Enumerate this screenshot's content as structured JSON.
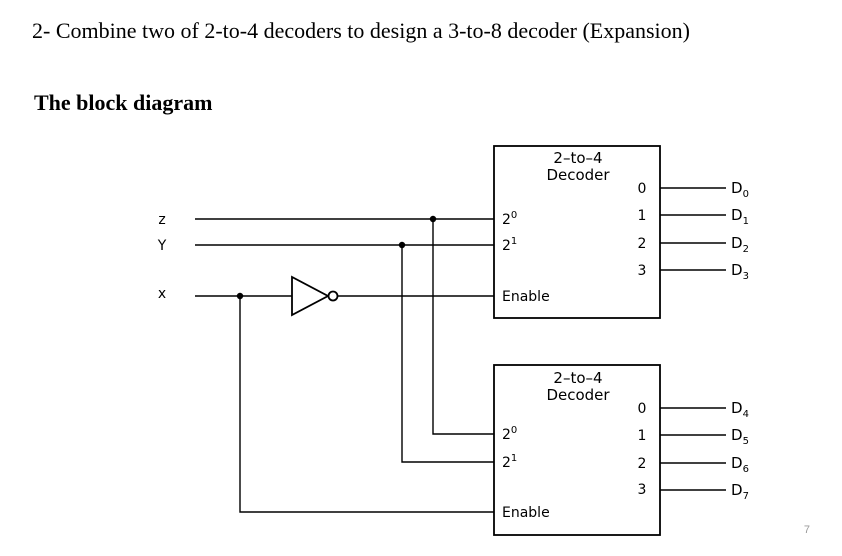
{
  "heading": "2-  Combine two of 2-to-4 decoders to design a 3-to-8 decoder (Expansion)",
  "subheading": "The block diagram",
  "page_number": "7",
  "inputs": {
    "z": "z",
    "y": "Y",
    "x": "x"
  },
  "decoder_top": {
    "title_line1": "2–to–4",
    "title_line2": "Decoder",
    "pin_2_0": "2",
    "pin_2_0_sup": "0",
    "pin_2_1": "2",
    "pin_2_1_sup": "1",
    "enable": "Enable",
    "out_nums": [
      "0",
      "1",
      "2",
      "3"
    ],
    "outputs": [
      {
        "base": "D",
        "sub": "0"
      },
      {
        "base": "D",
        "sub": "1"
      },
      {
        "base": "D",
        "sub": "2"
      },
      {
        "base": "D",
        "sub": "3"
      }
    ]
  },
  "decoder_bottom": {
    "title_line1": "2–to–4",
    "title_line2": "Decoder",
    "pin_2_0": "2",
    "pin_2_0_sup": "0",
    "pin_2_1": "2",
    "pin_2_1_sup": "1",
    "enable": "Enable",
    "out_nums": [
      "0",
      "1",
      "2",
      "3"
    ],
    "outputs": [
      {
        "base": "D",
        "sub": "4"
      },
      {
        "base": "D",
        "sub": "5"
      },
      {
        "base": "D",
        "sub": "6"
      },
      {
        "base": "D",
        "sub": "7"
      }
    ]
  }
}
